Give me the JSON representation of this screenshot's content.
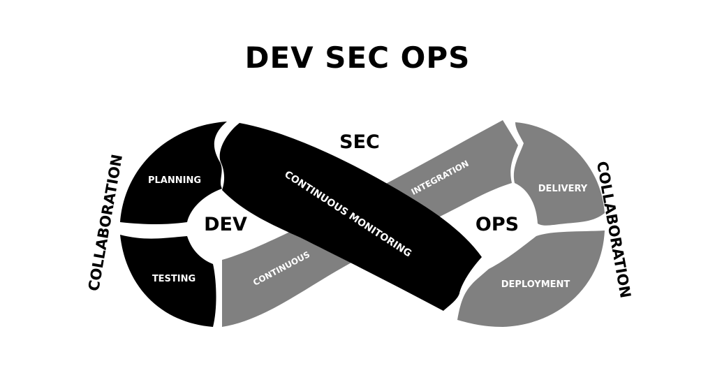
{
  "title": "DEV SEC OPS",
  "colors": {
    "dark": "#000000",
    "gray": "#808080",
    "background": "#ffffff",
    "label": "#ffffff"
  },
  "hubs": {
    "dev": "DEV",
    "sec": "SEC",
    "ops": "OPS"
  },
  "side_labels": {
    "left": "COLLABORATION",
    "right": "COLLABORATION"
  },
  "segments": {
    "planning": "PLANNING",
    "testing": "TESTING",
    "continuous": "CONTINUOUS",
    "integration": "INTEGRATION",
    "continuous_monitoring": "CONTINUOUS MONITORING",
    "delivery": "DELIVERY",
    "deployment": "DEPLOYMENT"
  }
}
